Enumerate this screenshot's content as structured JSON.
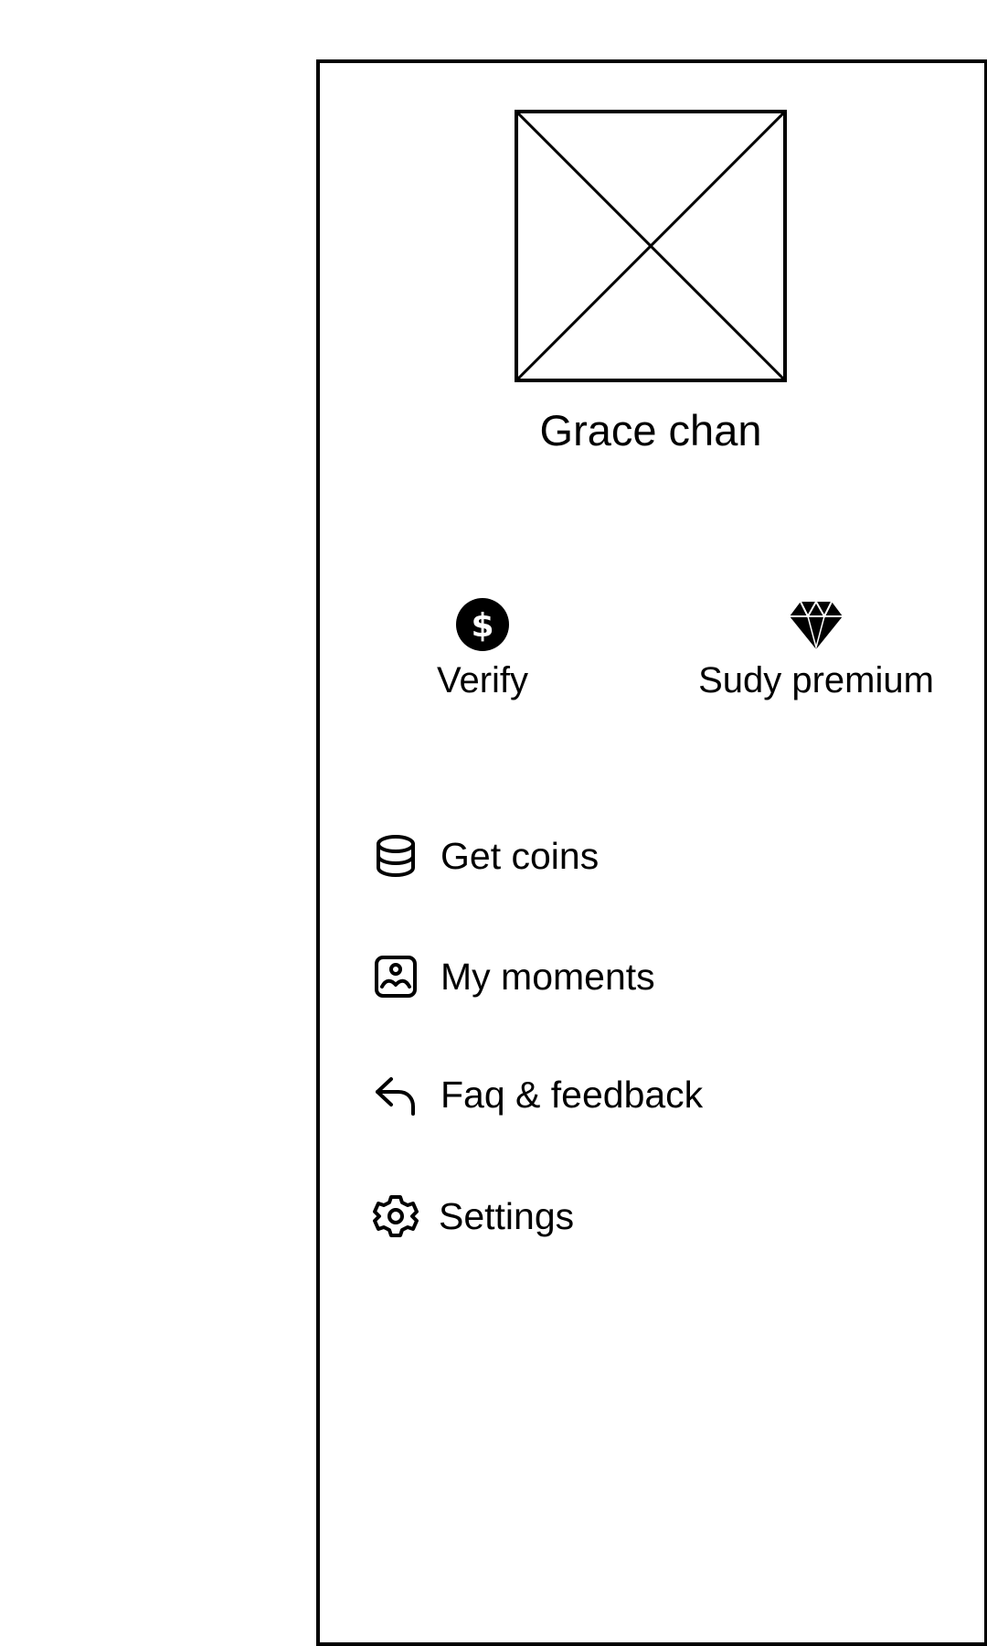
{
  "profile": {
    "name": "Grace chan"
  },
  "actions": [
    {
      "label": "Verify",
      "icon": "dollar-coin-icon"
    },
    {
      "label": "Sudy premium",
      "icon": "diamond-icon"
    }
  ],
  "menu": {
    "items": [
      {
        "label": "Get coins",
        "icon": "coins-stack-icon"
      },
      {
        "label": "My moments",
        "icon": "photo-person-icon"
      },
      {
        "label": "Faq & feedback",
        "icon": "reply-arrow-icon"
      },
      {
        "label": "Settings",
        "icon": "gear-icon"
      }
    ]
  },
  "colors": {
    "line": "#000000",
    "background": "#ffffff"
  }
}
